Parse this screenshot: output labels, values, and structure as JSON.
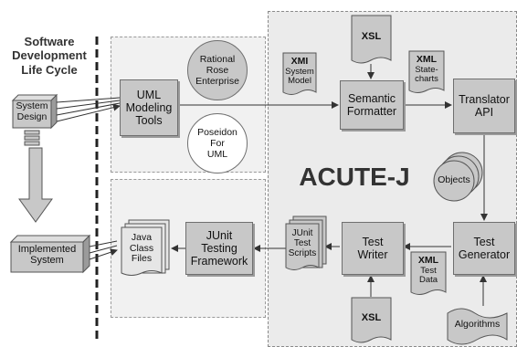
{
  "sdlc": {
    "title_l1": "Software",
    "title_l2": "Development",
    "title_l3": "Life Cycle"
  },
  "system_design": {
    "l1": "System",
    "l2": "Design"
  },
  "implemented_system": {
    "l1": "Implemented",
    "l2": "System"
  },
  "uml_tools": {
    "l1": "UML",
    "l2": "Modeling",
    "l3": "Tools"
  },
  "rational_rose": {
    "l1": "Rational",
    "l2": "Rose",
    "l3": "Enterprise"
  },
  "poseidon": {
    "l1": "Poseidon",
    "l2": "For",
    "l3": "UML"
  },
  "xsl_top": "XSL",
  "xsl_bottom": "XSL",
  "xmi": {
    "l1": "XMI",
    "l2": "System",
    "l3": "Model"
  },
  "xml_statecharts": {
    "l1": "XML",
    "l2": "State-",
    "l3": "charts"
  },
  "semantic_formatter": {
    "l1": "Semantic",
    "l2": "Formatter"
  },
  "translator_api": {
    "l1": "Translator",
    "l2": "API"
  },
  "acute_title": "ACUTE-J",
  "objects": "Objects",
  "test_generator": {
    "l1": "Test",
    "l2": "Generator"
  },
  "test_writer": {
    "l1": "Test",
    "l2": "Writer"
  },
  "junit_scripts": {
    "l1": "JUnit",
    "l2": "Test",
    "l3": "Scripts"
  },
  "xml_test_data": {
    "l1": "XML",
    "l2": "Test",
    "l3": "Data"
  },
  "algorithms": "Algorithms",
  "junit_framework": {
    "l1": "JUnit",
    "l2": "Testing",
    "l3": "Framework"
  },
  "java_class_files": {
    "l1": "Java",
    "l2": "Class",
    "l3": "Files"
  },
  "colors": {
    "box_fill": "#c8c8c8",
    "panel_fill": "#ebebeb",
    "border": "#6f6f6f",
    "title_text": "#333333"
  }
}
